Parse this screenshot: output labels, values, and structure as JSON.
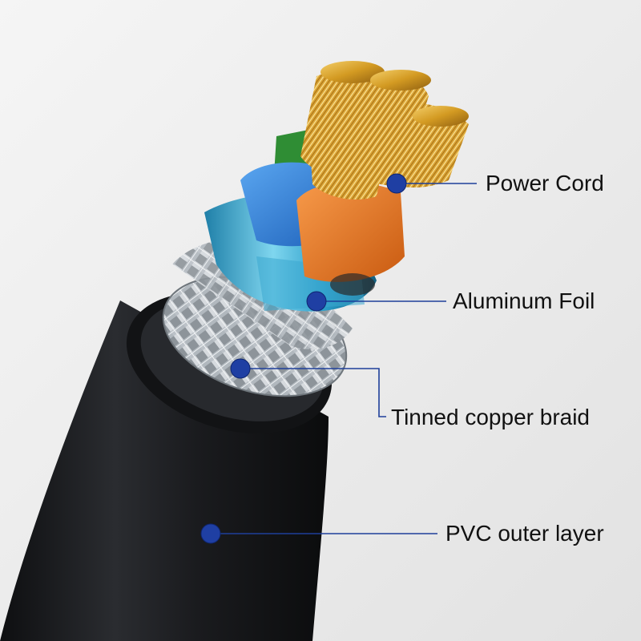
{
  "colors": {
    "background": "#efefef",
    "callout_line": "#1e3f9a",
    "callout_dot": "#1f3fa3",
    "jacket": "#1b1c1f",
    "foil": "#47b6d8",
    "braid": "#b7bcc1",
    "wire_blue": "#2f7fdc",
    "wire_orange": "#ef7a22",
    "wire_green": "#3c9a3a",
    "copper": "#d7a02a"
  },
  "callouts": [
    {
      "id": "power-cord",
      "label": "Power Cord"
    },
    {
      "id": "aluminum-foil",
      "label": "Aluminum Foil"
    },
    {
      "id": "tinned-copper-braid",
      "label": "Tinned copper braid"
    },
    {
      "id": "pvc-outer-layer",
      "label": "PVC outer layer"
    }
  ]
}
